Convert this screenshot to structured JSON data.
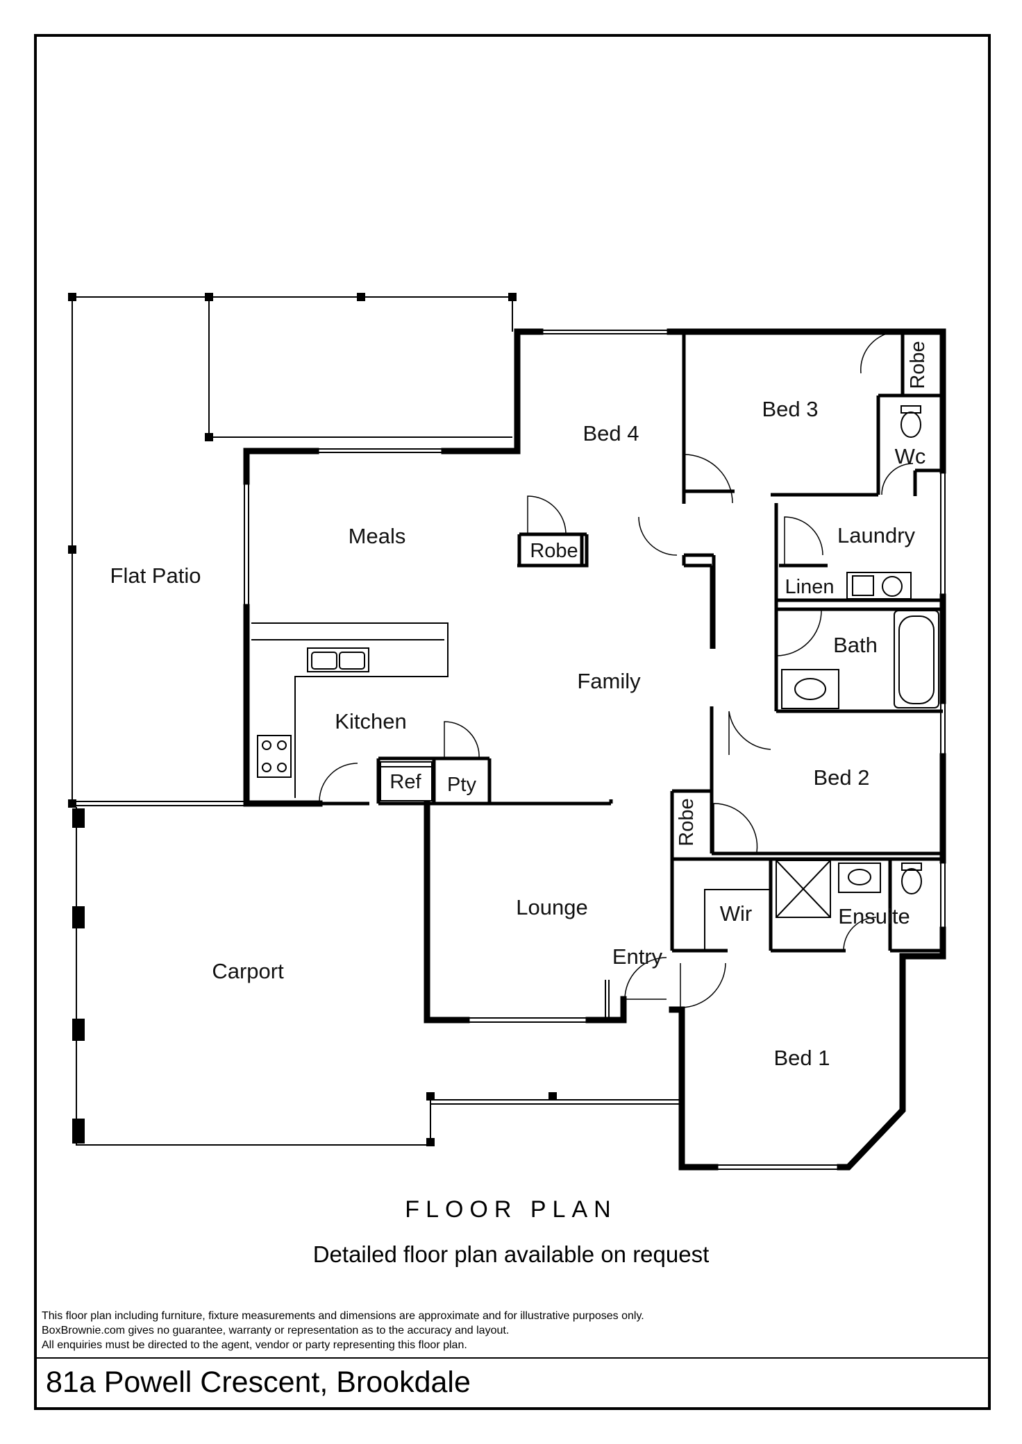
{
  "rooms": {
    "bed4": "Bed 4",
    "bed3": "Bed 3",
    "robe_bed3": "Robe",
    "wc": "Wc",
    "laundry": "Laundry",
    "linen": "Linen",
    "meals": "Meals",
    "flat_patio": "Flat Patio",
    "robe_bed4": "Robe",
    "family": "Family",
    "bath": "Bath",
    "kitchen": "Kitchen",
    "ref": "Ref",
    "pty": "Pty",
    "bed2": "Bed 2",
    "robe_bed2": "Robe",
    "lounge": "Lounge",
    "wir": "Wir",
    "ensuite": "Ensuite",
    "carport": "Carport",
    "entry": "Entry",
    "bed1": "Bed 1"
  },
  "title": "FLOOR PLAN",
  "subtitle": "Detailed floor plan available on request",
  "disclaimer": [
    "This floor plan including furniture, fixture measurements and dimensions are approximate and for illustrative purposes only.",
    "BoxBrownie.com gives no guarantee, warranty or representation as to the accuracy and layout.",
    "All enquiries must be directed to the agent, vendor or party representing this floor plan."
  ],
  "address": "81a Powell Crescent, Brookdale"
}
